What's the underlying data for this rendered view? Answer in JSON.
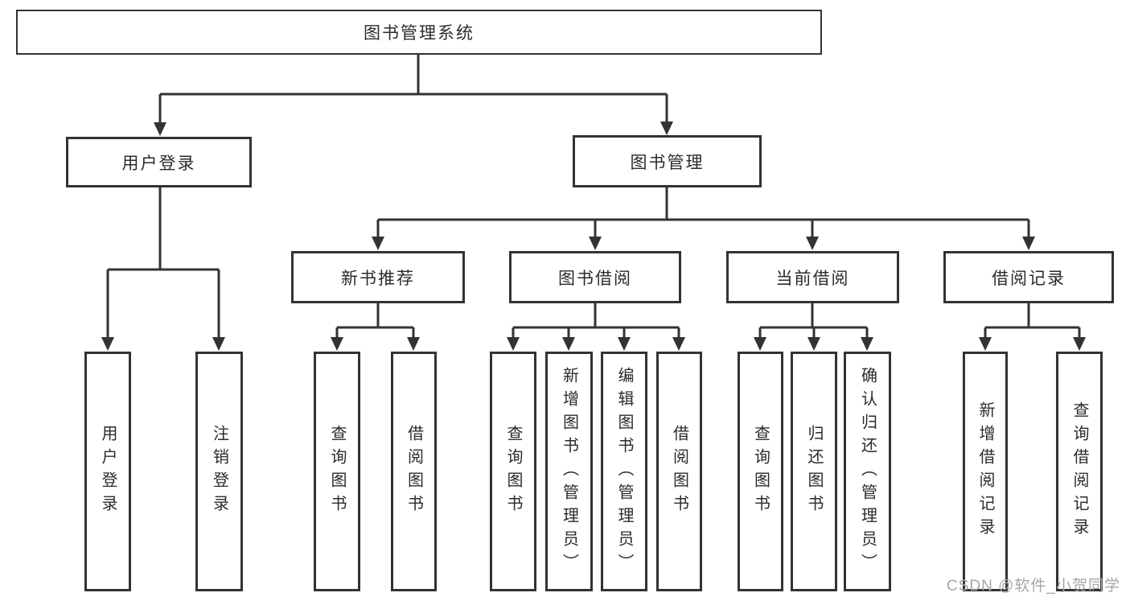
{
  "diagram": {
    "root": {
      "label": "图书管理系统",
      "children": [
        {
          "label": "用户登录",
          "children": [
            {
              "label": "用户登录"
            },
            {
              "label": "注销登录"
            }
          ]
        },
        {
          "label": "图书管理",
          "children": [
            {
              "label": "新书推荐",
              "children": [
                {
                  "label": "查询图书"
                },
                {
                  "label": "借阅图书"
                }
              ]
            },
            {
              "label": "图书借阅",
              "children": [
                {
                  "label": "查询图书"
                },
                {
                  "label": "新增图书（管理员）"
                },
                {
                  "label": "编辑图书（管理员）"
                },
                {
                  "label": "借阅图书"
                }
              ]
            },
            {
              "label": "当前借阅",
              "children": [
                {
                  "label": "查询图书"
                },
                {
                  "label": "归还图书"
                },
                {
                  "label": "确认归还（管理员）"
                }
              ]
            },
            {
              "label": "借阅记录",
              "children": [
                {
                  "label": "新增借阅记录"
                },
                {
                  "label": "查询借阅记录"
                }
              ]
            }
          ]
        }
      ]
    },
    "colors": {
      "line": "#333333",
      "text": "#2b2b2b",
      "background": "#ffffff",
      "watermark": "#a6a6a6"
    }
  },
  "watermark": {
    "text": "CSDN @软件_小贺同学"
  }
}
